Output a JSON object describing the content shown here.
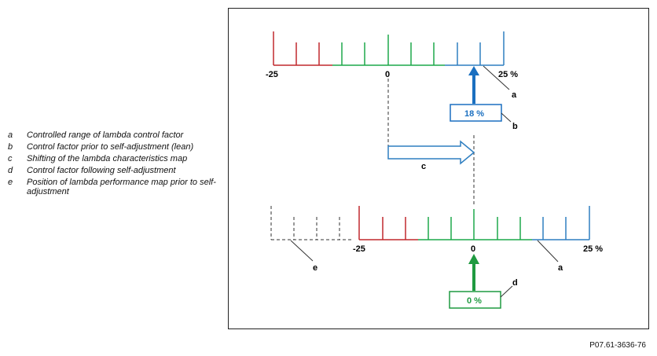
{
  "legend": [
    {
      "key": "a",
      "text": "Controlled range of lambda control factor"
    },
    {
      "key": "b",
      "text": "Control factor prior to self-adjustment (lean)"
    },
    {
      "key": "c",
      "text": "Shifting of the lambda characteristics map"
    },
    {
      "key": "d",
      "text": "Control factor following self-adjustment"
    },
    {
      "key": "e",
      "text": "Position of lambda performance map prior to self-adjustment"
    }
  ],
  "top_scale": {
    "label_min": "-25",
    "label_zero": "0",
    "label_max": "25 %",
    "value_box": "18 %",
    "marker_a": "a",
    "marker_b": "b"
  },
  "shift": {
    "marker_c": "c"
  },
  "bottom_scale": {
    "label_min": "-25",
    "label_zero": "0",
    "label_max": "25 %",
    "value_box": "0 %",
    "marker_a": "a",
    "marker_d": "d",
    "marker_e": "e"
  },
  "colors": {
    "red": "#c0282d",
    "green": "#1da84a",
    "blue": "#2f7fc1",
    "value_blue": "#1a6fc0",
    "value_green": "#1f9a40",
    "dashed": "#333333"
  },
  "doc_ref": "P07.61-3636-76"
}
